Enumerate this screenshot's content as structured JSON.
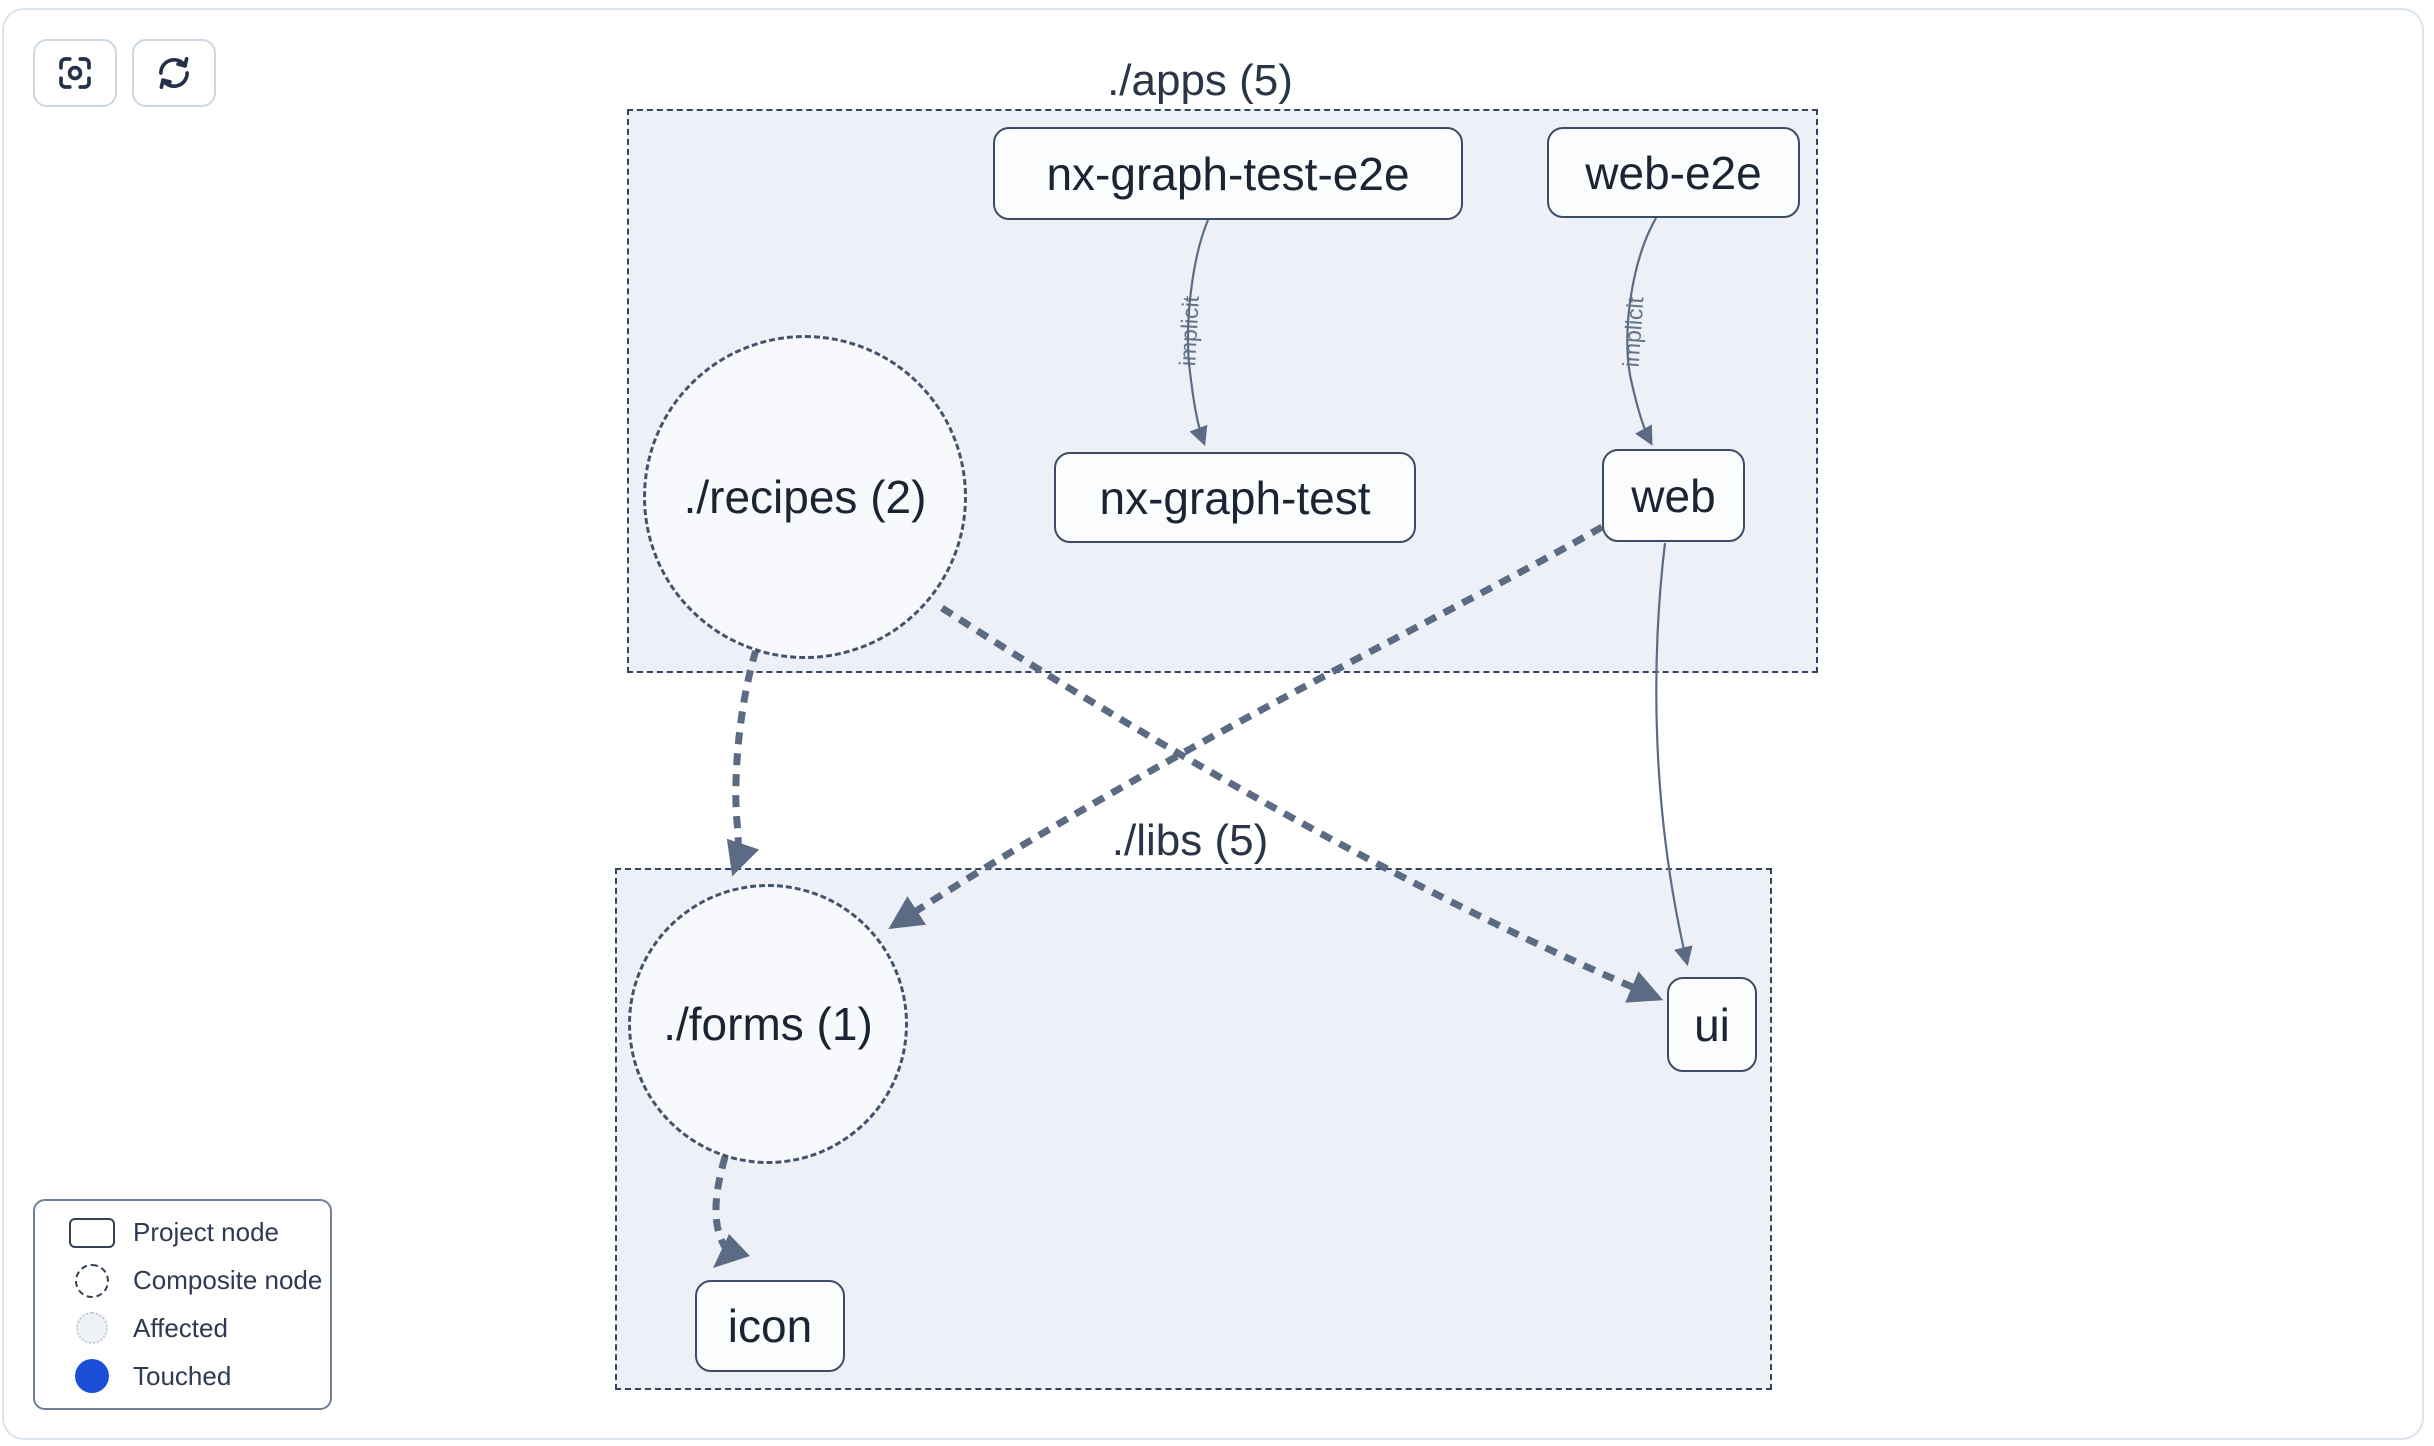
{
  "toolbar": {
    "buttons": [
      {
        "name": "center-graph",
        "icon": "focus-target-icon"
      },
      {
        "name": "refresh-graph",
        "icon": "refresh-icon"
      }
    ]
  },
  "graph": {
    "groups": [
      {
        "id": "apps",
        "label": "./apps (5)"
      },
      {
        "id": "libs",
        "label": "./libs (5)"
      }
    ],
    "nodes": [
      {
        "id": "nx-graph-test-e2e",
        "label": "nx-graph-test-e2e",
        "type": "project",
        "group": "apps"
      },
      {
        "id": "web-e2e",
        "label": "web-e2e",
        "type": "project",
        "group": "apps"
      },
      {
        "id": "recipes",
        "label": "./recipes (2)",
        "type": "composite",
        "group": "apps"
      },
      {
        "id": "nx-graph-test",
        "label": "nx-graph-test",
        "type": "project",
        "group": "apps"
      },
      {
        "id": "web",
        "label": "web",
        "type": "project",
        "group": "apps"
      },
      {
        "id": "forms",
        "label": "./forms (1)",
        "type": "composite",
        "group": "libs"
      },
      {
        "id": "ui",
        "label": "ui",
        "type": "project",
        "group": "libs"
      },
      {
        "id": "icon",
        "label": "icon",
        "type": "project",
        "group": "libs"
      }
    ],
    "edges": [
      {
        "from": "nx-graph-test-e2e",
        "to": "nx-graph-test",
        "label": "implicit",
        "style": "solid"
      },
      {
        "from": "web-e2e",
        "to": "web",
        "label": "implicit",
        "style": "solid"
      },
      {
        "from": "recipes",
        "to": "forms",
        "label": "",
        "style": "dashed"
      },
      {
        "from": "recipes",
        "to": "ui",
        "label": "",
        "style": "dashed"
      },
      {
        "from": "web",
        "to": "forms",
        "label": "",
        "style": "dashed"
      },
      {
        "from": "web",
        "to": "ui",
        "label": "",
        "style": "solid"
      },
      {
        "from": "forms",
        "to": "icon",
        "label": "",
        "style": "dashed"
      }
    ]
  },
  "legend": {
    "items": [
      {
        "label": "Project node",
        "swatch": "project"
      },
      {
        "label": "Composite node",
        "swatch": "composite"
      },
      {
        "label": "Affected",
        "swatch": "affected"
      },
      {
        "label": "Touched",
        "swatch": "touched"
      }
    ]
  },
  "colors": {
    "touched": "#1d4ed8",
    "affected_fill": "#eef2f7",
    "group_fill": "#edf1f7",
    "edge": "#5b6b84",
    "node_border": "#3d4c66",
    "node_fill": "#fafcfe",
    "text": "#1b2433"
  }
}
